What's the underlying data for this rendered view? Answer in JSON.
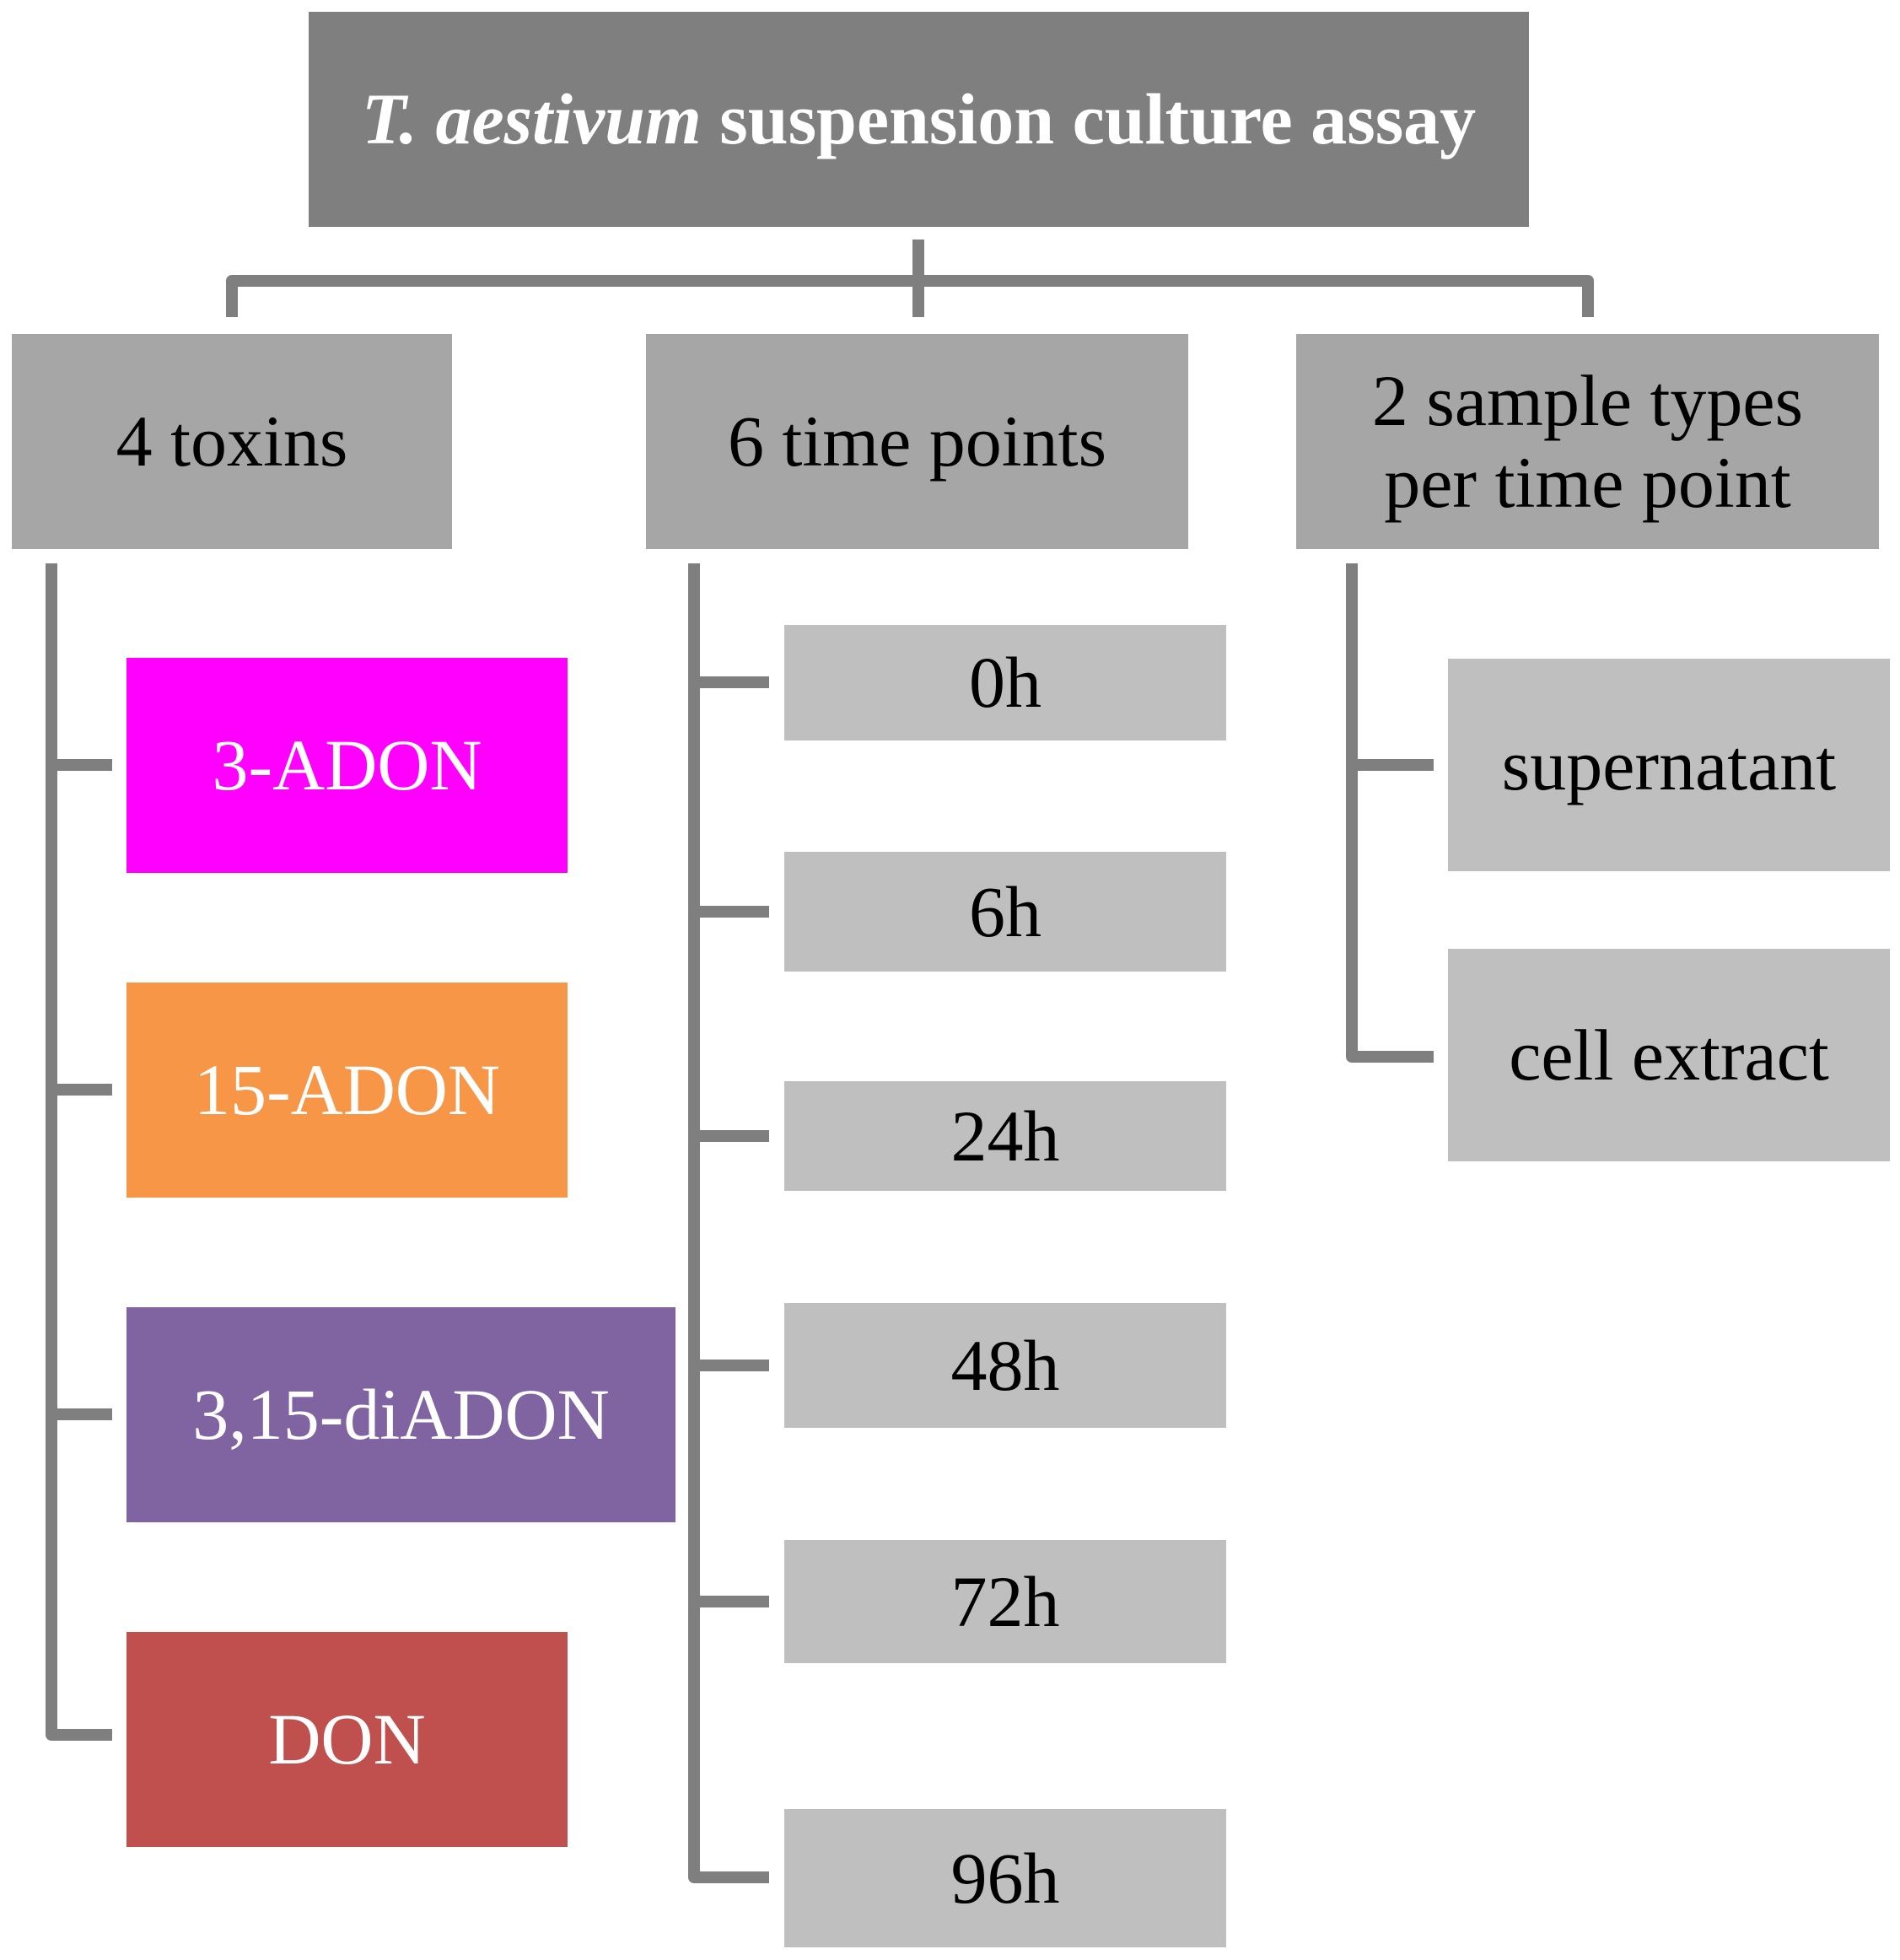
{
  "root": {
    "title_italic": "T. aestivum",
    "title_rest": "suspension culture assay"
  },
  "categories": {
    "toxins": "4 toxins",
    "time_points": "6 time points",
    "sample_types": "2 sample types per time point"
  },
  "toxins": [
    {
      "label": "3-ADON",
      "color": "#ff00ff"
    },
    {
      "label": "15-ADON",
      "color": "#f79646"
    },
    {
      "label": "3,15-diADON",
      "color": "#8064a2"
    },
    {
      "label": "DON",
      "color": "#c0504d"
    }
  ],
  "time_points": [
    "0h",
    "6h",
    "24h",
    "48h",
    "72h",
    "96h"
  ],
  "sample_types": [
    "supernatant",
    "cell extract"
  ],
  "colors": {
    "root_fill": "#7f7f7f",
    "category_fill": "#a6a6a6",
    "leaf_fill": "#bfbfbf",
    "connector": "#7f7f7f"
  }
}
